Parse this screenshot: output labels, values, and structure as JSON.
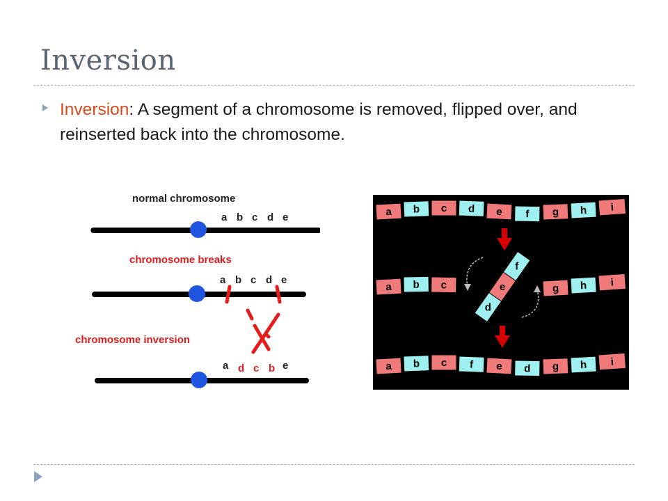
{
  "slide": {
    "title": "Inversion",
    "bullet": {
      "term": "Inversion",
      "separator": ":",
      "text": " A segment of a chromosome is removed, flipped over, and reinserted back into the chromosome."
    }
  },
  "left_diagram": {
    "labels": {
      "normal": "normal chromosome",
      "breaks": "chromosome breaks",
      "inversion": "chromosome inversion"
    },
    "row1_letters": [
      "a",
      "b",
      "c",
      "d",
      "e"
    ],
    "row2_letters": [
      "a",
      "b",
      "c",
      "d",
      "e"
    ],
    "row3_letters": [
      "a",
      "d",
      "c",
      "b",
      "e"
    ],
    "colors": {
      "label_normal": "#222222",
      "label_red": "#e31b1b",
      "centromere": "#1f55e0",
      "chromosome": "#000000"
    }
  },
  "right_diagram": {
    "row1": [
      "a",
      "b",
      "c",
      "d",
      "e",
      "f",
      "g",
      "h",
      "i"
    ],
    "row2_left": [
      "a",
      "b",
      "c"
    ],
    "segment": [
      "d",
      "e",
      "f"
    ],
    "row2_right": [
      "g",
      "h",
      "i"
    ],
    "row3": [
      "a",
      "b",
      "c",
      "f",
      "e",
      "d",
      "g",
      "h",
      "i"
    ],
    "colors": {
      "pink": "#f07a7a",
      "cyan": "#9ff0f0",
      "arrow": "#d60000",
      "background": "#000000"
    }
  }
}
